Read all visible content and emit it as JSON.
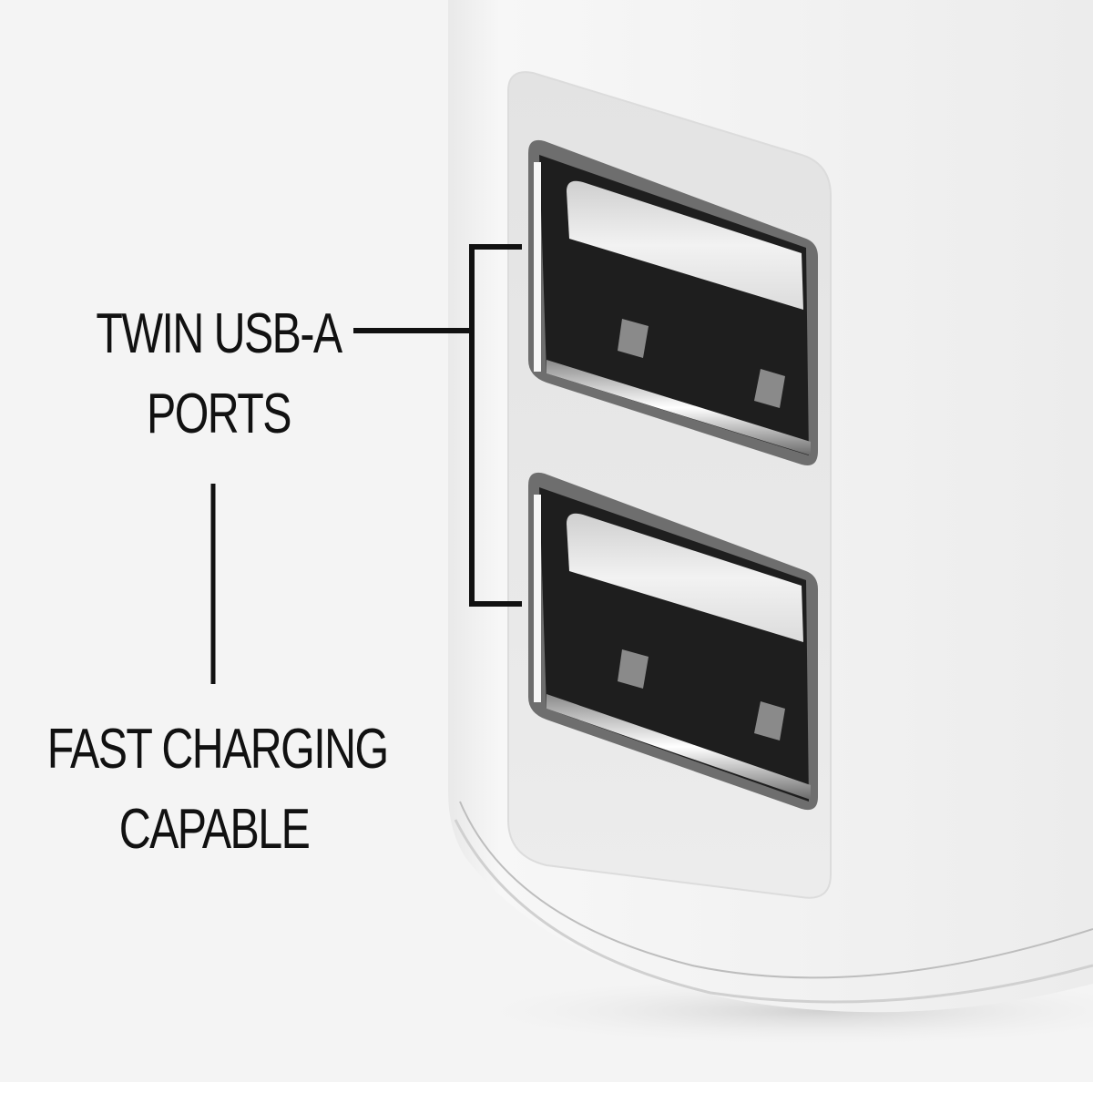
{
  "image": {
    "description": "Product close-up of white charger with twin USB-A ports and callout labels",
    "background_color": "#f4f4f4",
    "body_color": "#f0f0f0",
    "port_dark": "#1e1e1e",
    "line_color": "#111111"
  },
  "callouts": {
    "usb_ports": {
      "line1": "TWIN USB-A",
      "line2": "PORTS"
    },
    "fast_charging": {
      "line1": "FAST CHARGING",
      "line2": "CAPABLE"
    }
  },
  "product": {
    "ports": [
      {
        "type": "USB-A",
        "position": "top"
      },
      {
        "type": "USB-A",
        "position": "bottom"
      }
    ]
  }
}
